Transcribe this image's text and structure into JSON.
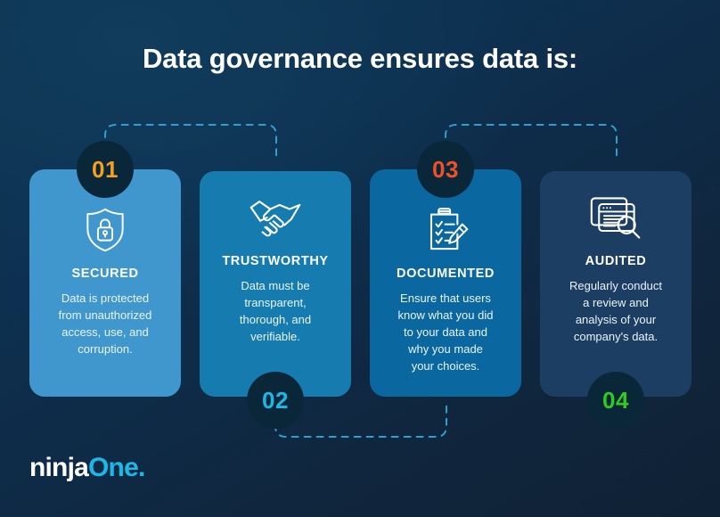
{
  "heading": "Data governance ensures data is:",
  "theme": {
    "background_top": "#0d3351",
    "background_bottom": "#0f2134",
    "connector_color": "#2f9fd0",
    "circle_background": "#0a2639"
  },
  "cards": [
    {
      "number": "01",
      "number_color": "#f5a01e",
      "icon": "shield-lock-icon",
      "title": "SECURED",
      "body": "Data is protected\nfrom unauthorized\naccess, use, and\ncorruption.",
      "card_color": "#4097ce"
    },
    {
      "number": "02",
      "number_color": "#1bb8e8",
      "icon": "handshake-icon",
      "title": "TRUSTWORTHY",
      "body": "Data must be\ntransparent,\nthorough, and\nverifiable.",
      "card_color": "#167cb0"
    },
    {
      "number": "03",
      "number_color": "#f0502a",
      "icon": "clipboard-checklist-pencil-icon",
      "title": "DOCUMENTED",
      "body": "Ensure that users\nknow what you did\nto your data and\nwhy you made\nyour choices.",
      "card_color": "#0a679f"
    },
    {
      "number": "04",
      "number_color": "#2ecc1e",
      "icon": "windows-magnifier-icon",
      "title": "AUDITED",
      "body": "Regularly conduct\na review and\nanalysis of your\ncompany's data.",
      "card_color": "#1d3e63"
    }
  ],
  "logo": {
    "part_a": "ninja",
    "part_b": "One",
    "dot": "."
  }
}
